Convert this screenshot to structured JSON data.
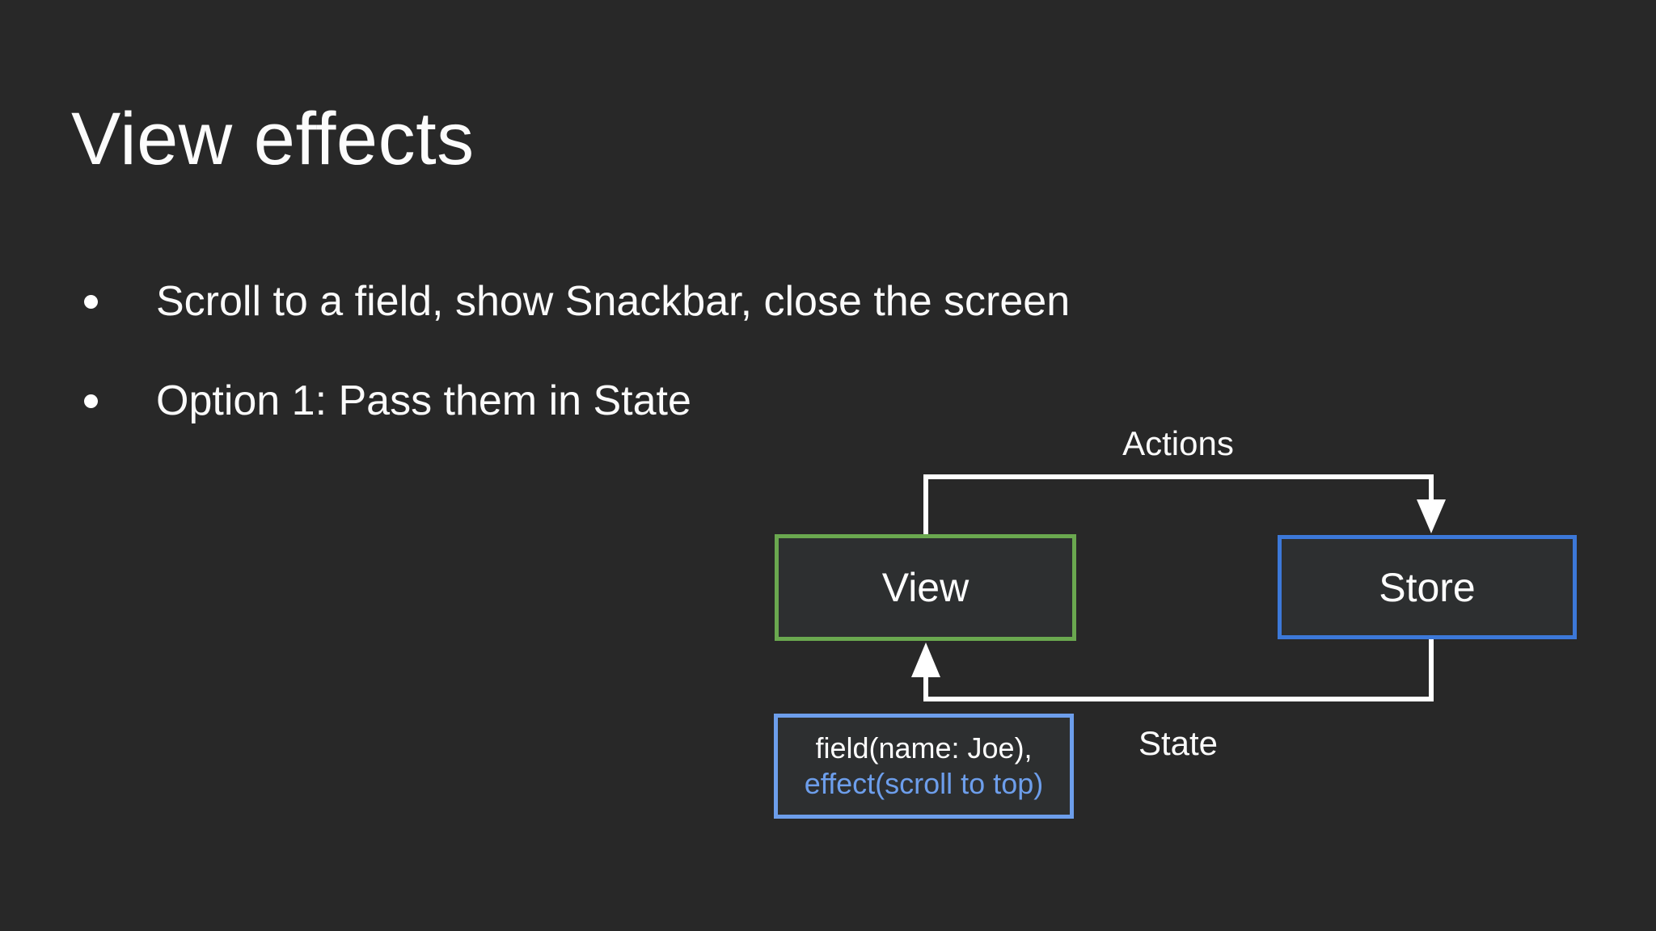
{
  "slide": {
    "title": "View effects",
    "bullets": [
      "Scroll to a field, show Snackbar, close the screen",
      "Option 1: Pass them in State"
    ]
  },
  "diagram": {
    "actions_label": "Actions",
    "state_label": "State",
    "view_box_label": "View",
    "store_box_label": "Store",
    "field_box": {
      "line1": "field(name: Joe),",
      "line2": "effect(scroll to top)"
    },
    "colors": {
      "background": "#282828",
      "box_fill": "#2d2f30",
      "view_border": "#6aa84f",
      "store_border": "#3c78d8",
      "field_border": "#6d9eeb",
      "effect_text": "#6d9eeb",
      "arrow": "#ffffff"
    }
  }
}
